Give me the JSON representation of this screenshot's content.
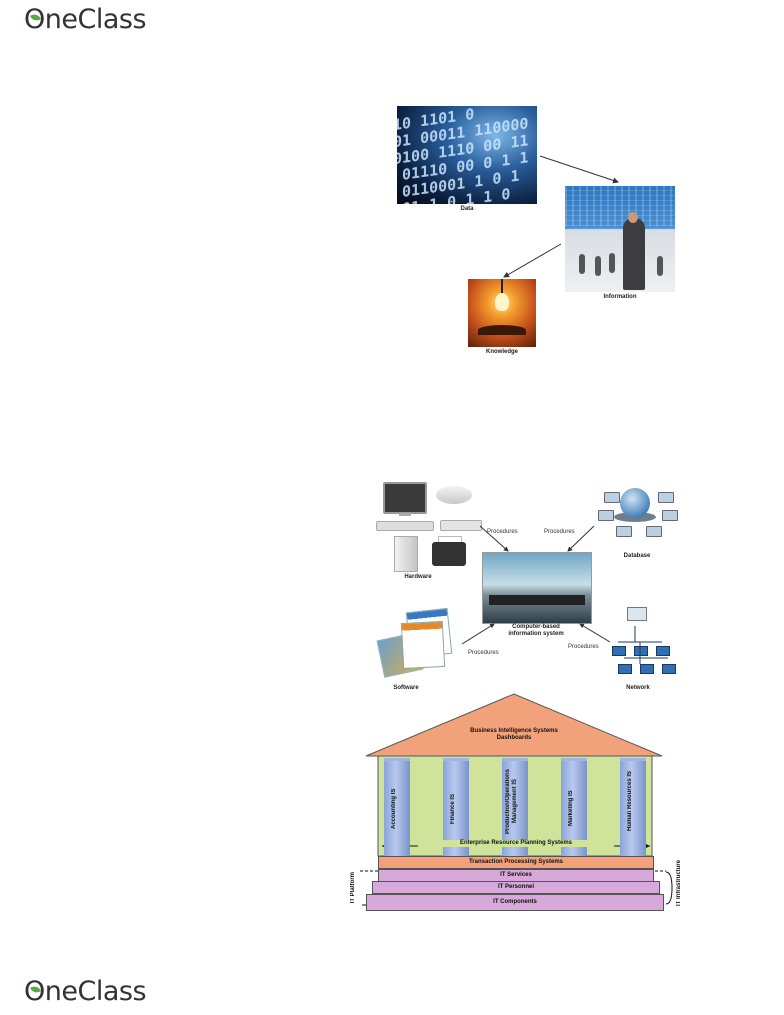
{
  "brand": {
    "name": "OneClass",
    "leaf_color": "#5aa744"
  },
  "figure1": {
    "data_binary": "10 1101 0\n01 00011 110000\n0100 1110 00 11\n 01110 00 0 1 1 0\n 0110001 1 0 1\n 01 1 0 1 1 0",
    "captions": {
      "data": "Data",
      "information": "Information",
      "knowledge": "Knowledge"
    }
  },
  "figure2": {
    "labels": {
      "hardware": "Hardware",
      "database": "Database",
      "cbis": "Computer-based\ninformation system",
      "software": "Software",
      "network": "Network"
    },
    "procedures": [
      "Procedures",
      "Procedures",
      "Procedures",
      "Procedures"
    ]
  },
  "figure3": {
    "roof": "Business Intelligence Systems\nDashboards",
    "pillars": [
      "Accounting IS",
      "Finance IS",
      "Production/Operations\nManagement IS",
      "Marketing IS",
      "Human Resources IS"
    ],
    "erp": "Enterprise Resource Planning Systems",
    "tps": "Transaction Processing Systems",
    "it_services": "IT Services",
    "it_personnel": "IT Personnel",
    "it_components": "IT Components",
    "it_platform": "IT Platform",
    "it_infrastructure": "IT Infrastructure",
    "colors": {
      "roof": "#f2a27a",
      "background": "#cfe39a",
      "pillar": "#9db3e4",
      "tps": "#f4a07a",
      "base": "#d7a8da"
    }
  }
}
